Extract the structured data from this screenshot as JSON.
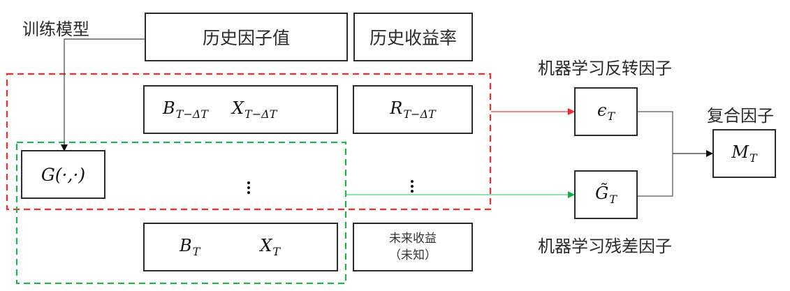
{
  "labels": {
    "train_model": "训练模型",
    "ml_reversal_factor": "机器学习反转因子",
    "composite_factor": "复合因子",
    "ml_residual_factor": "机器学习残差因子"
  },
  "header_boxes": {
    "historical_factor_values": "历史因子值",
    "historical_returns": "历史收益率"
  },
  "data_boxes": {
    "past_row": {
      "b": {
        "base": "B",
        "sub": "T−ΔT"
      },
      "x": {
        "base": "X",
        "sub": "T−ΔT"
      },
      "r": {
        "base": "R",
        "sub": "T−ΔT"
      }
    },
    "current_row": {
      "b": {
        "base": "B",
        "sub": "T"
      },
      "x": {
        "base": "X",
        "sub": "T"
      },
      "future_return_line1": "未来收益",
      "future_return_line2": "（未知）"
    }
  },
  "model_box": {
    "text": "G(·,·)"
  },
  "factor_boxes": {
    "epsilon": {
      "base": "ϵ",
      "sub": "T"
    },
    "g_tilde": {
      "base": "G̃",
      "sub": "T"
    },
    "m": {
      "base": "M",
      "sub": "T"
    }
  },
  "colors": {
    "red_region": "#ff2a2a",
    "green_region": "#22b14c",
    "red_arrow": "#ff3333",
    "green_arrow": "#4fd07a",
    "connector": "#444444"
  }
}
